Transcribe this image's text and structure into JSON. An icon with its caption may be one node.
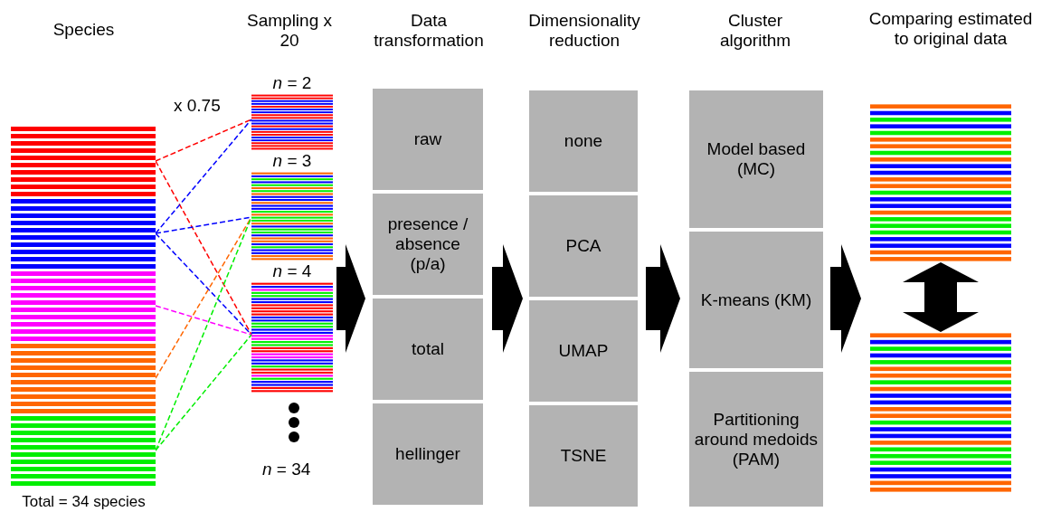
{
  "diagram": {
    "nodes": [
      {
        "text": [
          "Species"
        ],
        "beside": [
          "Total = 34 species"
        ]
      },
      {
        "text": [],
        "shape": "bar",
        "in": 0
      },
      {
        "text": [],
        "shape": "bar",
        "in": 0
      },
      {
        "text": [],
        "shape": "bar",
        "in": 0
      },
      {
        "text": [],
        "shape": "bar",
        "in": 0
      },
      {
        "text": [],
        "shape": "bar",
        "in": 0
      },
      {
        "text": [
          "Sampling x 20"
        ]
      },
      {
        "text": [
          "*n* = 2"
        ],
        "in": 6
      },
      {
        "text": [
          "*n* = 3"
        ],
        "in": 6
      },
      {
        "text": [
          "*n* = 4"
        ],
        "in": 6
      },
      {
        "text": [
          "Data transformation"
        ]
      },
      {
        "text": [
          "raw"
        ],
        "in": 10
      },
      {
        "text": [
          "presence / absence (p/a)"
        ],
        "in": 10
      },
      {
        "text": [
          "total"
        ],
        "in": 10
      },
      {
        "text": [
          "hellinger"
        ],
        "in": 10
      },
      {
        "text": [
          "Dimensionality reduction"
        ]
      },
      {
        "text": [
          "none"
        ],
        "in": 15
      },
      {
        "text": [
          "PCA"
        ],
        "in": 15
      },
      {
        "text": [
          "UMAP"
        ],
        "in": 15
      },
      {
        "text": [
          "TSNE"
        ],
        "in": 15
      },
      {
        "text": [
          "Cluster algorithm"
        ]
      },
      {
        "text": [
          "Model based (MC)"
        ],
        "in": 20
      },
      {
        "text": [
          "K-means (KM)"
        ],
        "in": 20
      },
      {
        "text": [
          "Partitioning around medoids (PAM)"
        ],
        "in": 20
      },
      {
        "text": [
          "Comparing estimated to original data"
        ]
      },
      {
        "text": [],
        "shape": "bar",
        "in": 24
      },
      {
        "text": [],
        "shape": "bar",
        "in": 24
      }
    ],
    "edges": [
      {
        "from": 1,
        "to": 7,
        "arrow": "none",
        "style": "dashed",
        "color": "#ff0000"
      },
      {
        "from": 1,
        "to": 9,
        "arrow": "none",
        "style": "dashed",
        "color": "#ff0000"
      },
      {
        "from": 2,
        "to": 7,
        "arrow": "none",
        "style": "dashed",
        "color": "#0000ff"
      },
      {
        "from": 2,
        "to": 8,
        "arrow": "none",
        "style": "dashed",
        "color": "#0000ff"
      },
      {
        "from": 2,
        "to": 9,
        "arrow": "none",
        "style": "dashed",
        "color": "#0000ff"
      },
      {
        "from": 3,
        "to": 9,
        "arrow": "none",
        "style": "dashed",
        "color": "#ff00ff"
      },
      {
        "from": 4,
        "to": 8,
        "arrow": "none",
        "style": "dashed",
        "color": "#ff6600"
      },
      {
        "from": 5,
        "to": 8,
        "arrow": "none",
        "style": "dashed",
        "color": "#00ee00"
      },
      {
        "from": 5,
        "to": 9,
        "arrow": "none",
        "style": "dashed",
        "color": "#00ee00"
      },
      {
        "from": 6,
        "to": 10,
        "arrow": "to",
        "style": "thick"
      },
      {
        "from": 10,
        "to": 15,
        "arrow": "to",
        "style": "thick"
      },
      {
        "from": 15,
        "to": 20,
        "arrow": "to",
        "style": "thick"
      },
      {
        "from": 20,
        "to": 24,
        "arrow": "to",
        "style": "thick"
      },
      {
        "from": 25,
        "to": 26,
        "arrow": "both",
        "style": "thick"
      }
    ],
    "labels": [
      "x 0.75",
      "*n* = 34"
    ]
  }
}
